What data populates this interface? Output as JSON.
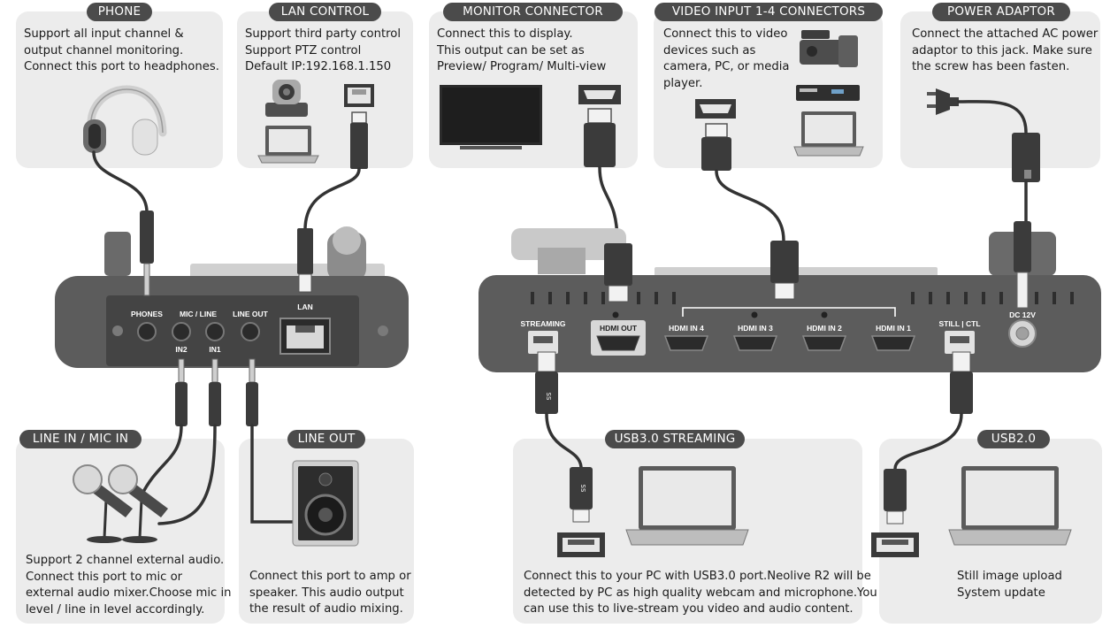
{
  "sections": {
    "phone": {
      "title": "PHONE",
      "lines": [
        "Support all input channel &",
        "output channel monitoring.",
        "Connect this port to headphones."
      ]
    },
    "lan_control": {
      "title": "LAN CONTROL",
      "lines": [
        "Support third party control",
        "Support PTZ control",
        "Default IP:192.168.1.150"
      ]
    },
    "monitor_connector": {
      "title": "MONITOR CONNECTOR",
      "lines": [
        "Connect this to display.",
        "This output can be set as",
        "Preview/ Program/ Multi-view"
      ]
    },
    "video_input": {
      "title": "VIDEO INPUT 1-4 CONNECTORS",
      "lines": [
        "Connect this to video",
        "devices such as",
        "camera, PC, or media",
        "player."
      ]
    },
    "power_adaptor": {
      "title": "POWER ADAPTOR",
      "lines": [
        "Connect the attached AC power",
        "adaptor to this jack. Make sure",
        "the screw has been fasten."
      ]
    },
    "line_in_mic_in": {
      "title": "LINE IN / MIC IN",
      "lines": [
        "Support 2 channel external audio.",
        "Connect this port to mic or",
        "external audio mixer.Choose mic in",
        "level / line in level accordingly."
      ]
    },
    "line_out": {
      "title": "LINE OUT",
      "lines": [
        "Connect this port to amp or",
        "speaker. This audio output",
        "the result of audio mixing."
      ]
    },
    "usb3_streaming": {
      "title": "USB3.0 STREAMING",
      "lines": [
        "Connect this to your PC with USB3.0 port.Neolive R2 will be",
        "detected by PC as high quality webcam and microphone.You",
        "can use this to live-stream you video and audio content."
      ]
    },
    "usb2": {
      "title": "USB2.0",
      "lines": [
        "Still image upload",
        "System update"
      ]
    }
  },
  "port_labels": {
    "phones": "PHONES",
    "mic_line": "MIC / LINE",
    "in2": "IN2",
    "in1": "IN1",
    "line_out": "LINE OUT",
    "lan": "LAN",
    "streaming": "STREAMING",
    "hdmi_out": "HDMI OUT",
    "hdmi_in_4": "HDMI IN 4",
    "hdmi_in_3": "HDMI IN 3",
    "hdmi_in_2": "HDMI IN 2",
    "hdmi_in_1": "HDMI IN 1",
    "still_ctl": "STILL | CTL",
    "dc12v": "DC 12V",
    "ss": "SS"
  },
  "colors": {
    "panel_bg": "#ececec",
    "pill_bg": "#4b4b4b",
    "device_body": "#5c5c5c",
    "device_panel": "#3f3f3f",
    "cable": "#333333"
  },
  "icons": [
    "headphones-icon",
    "ptz-camera-icon",
    "laptop-icon",
    "rj45-plug-icon",
    "tv-monitor-icon",
    "hdmi-plug-icon",
    "camcorder-icon",
    "media-player-icon",
    "ac-plug-icon",
    "microphone-icon",
    "speaker-icon",
    "usb-plug-icon"
  ]
}
